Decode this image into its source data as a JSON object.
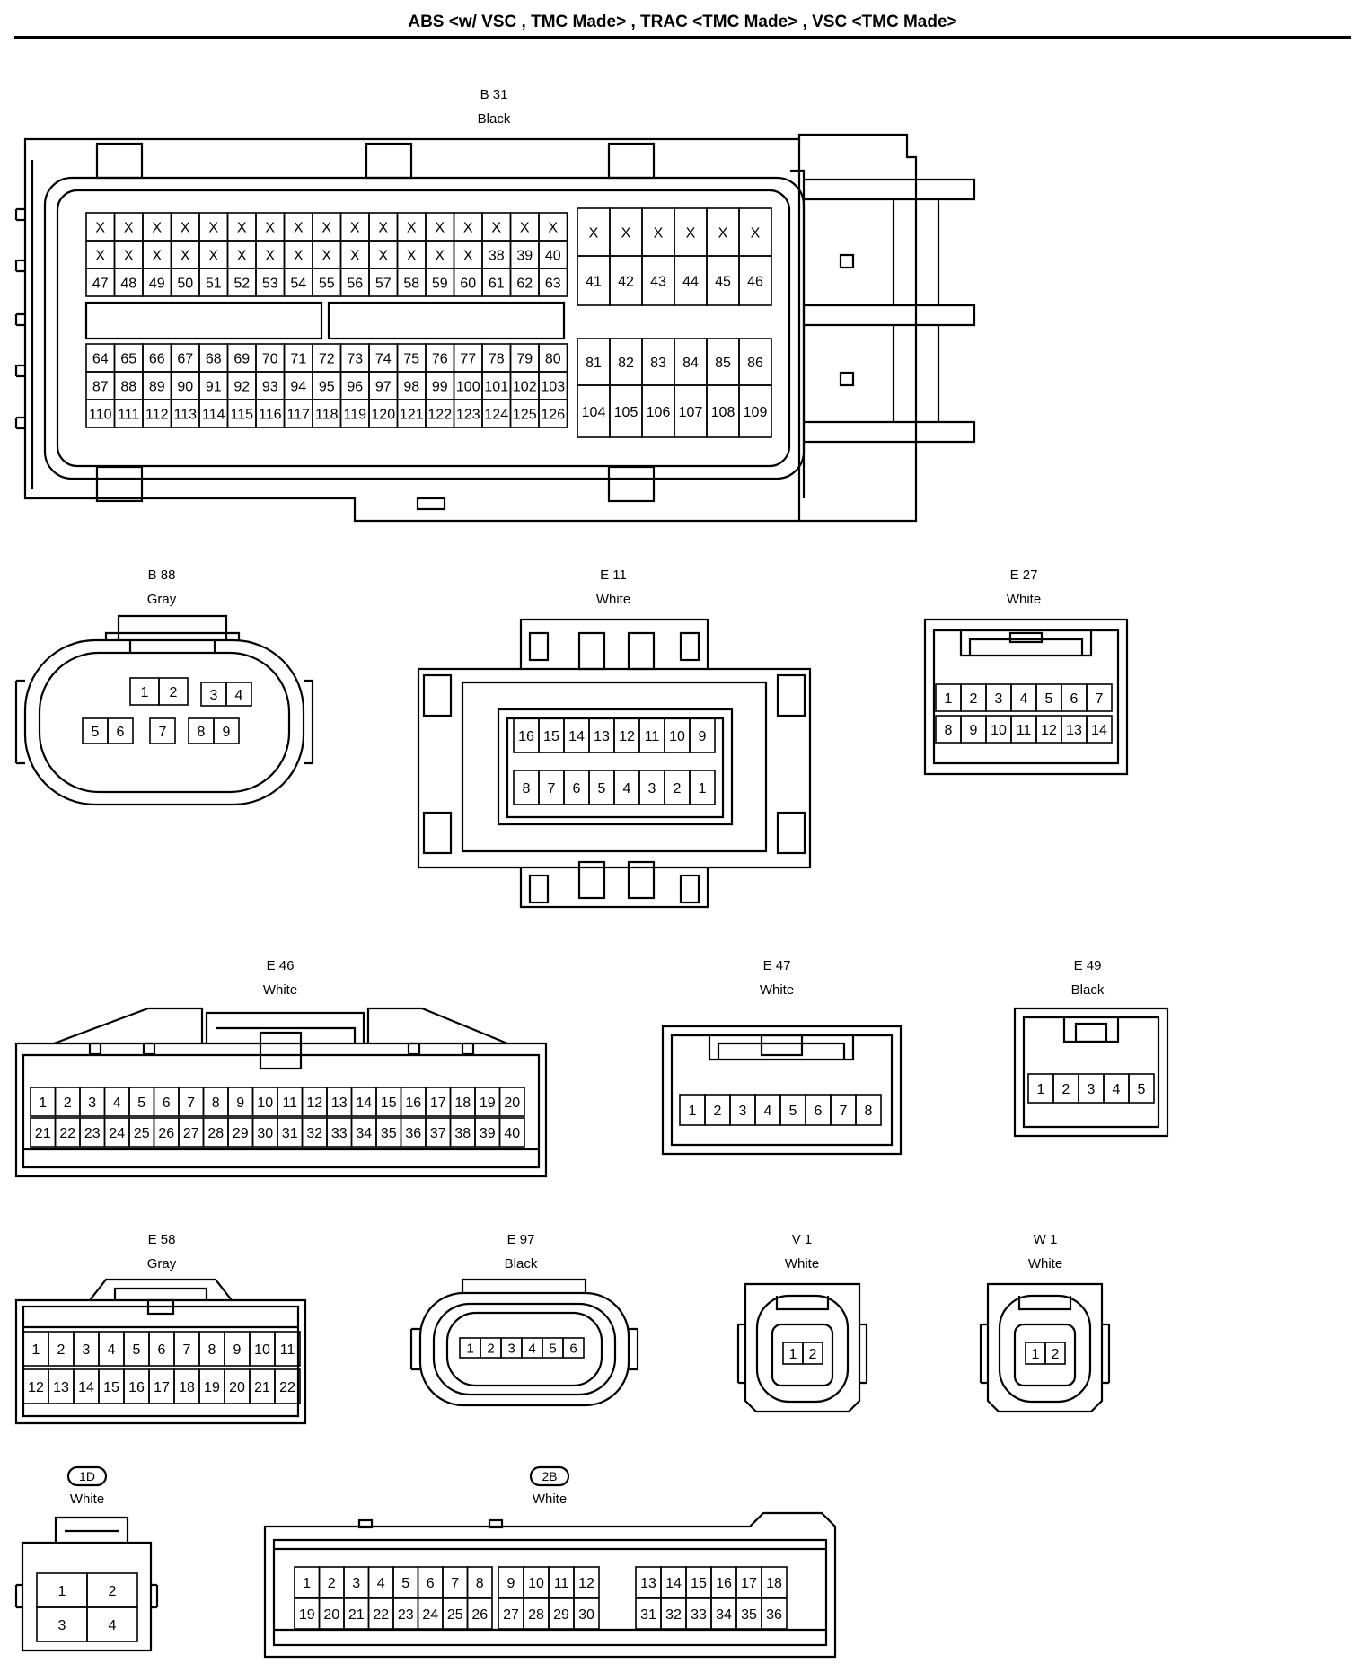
{
  "title": "ABS <w/ VSC , TMC Made> , TRAC <TMC Made> , VSC <TMC Made>",
  "connectors": {
    "B31": {
      "code": "B 31",
      "color": "Black",
      "left_rows": [
        [
          "X",
          "X",
          "X",
          "X",
          "X",
          "X",
          "X",
          "X",
          "X",
          "X",
          "X",
          "X",
          "X",
          "X",
          "X",
          "X",
          "X"
        ],
        [
          "X",
          "X",
          "X",
          "X",
          "X",
          "X",
          "X",
          "X",
          "X",
          "X",
          "X",
          "X",
          "X",
          "X",
          "38",
          "39",
          "40"
        ],
        [
          "47",
          "48",
          "49",
          "50",
          "51",
          "52",
          "53",
          "54",
          "55",
          "56",
          "57",
          "58",
          "59",
          "60",
          "61",
          "62",
          "63"
        ],
        [
          "64",
          "65",
          "66",
          "67",
          "68",
          "69",
          "70",
          "71",
          "72",
          "73",
          "74",
          "75",
          "76",
          "77",
          "78",
          "79",
          "80"
        ],
        [
          "87",
          "88",
          "89",
          "90",
          "91",
          "92",
          "93",
          "94",
          "95",
          "96",
          "97",
          "98",
          "99",
          "100",
          "101",
          "102",
          "103"
        ],
        [
          "110",
          "111",
          "112",
          "113",
          "114",
          "115",
          "116",
          "117",
          "118",
          "119",
          "120",
          "121",
          "122",
          "123",
          "124",
          "125",
          "126"
        ]
      ],
      "right_top": [
        [
          "X",
          "X",
          "X",
          "X",
          "X",
          "X"
        ],
        [
          "41",
          "42",
          "43",
          "44",
          "45",
          "46"
        ]
      ],
      "right_bottom": [
        [
          "81",
          "82",
          "83",
          "84",
          "85",
          "86"
        ],
        [
          "104",
          "105",
          "106",
          "107",
          "108",
          "109"
        ]
      ]
    },
    "B88": {
      "code": "B 88",
      "color": "Gray",
      "top": [
        "1",
        "2",
        "3",
        "4"
      ],
      "bottom": [
        "5",
        "6",
        "7",
        "8",
        "9"
      ]
    },
    "E11": {
      "code": "E 11",
      "color": "White",
      "top": [
        "16",
        "15",
        "14",
        "13",
        "12",
        "11",
        "10",
        "9"
      ],
      "bottom": [
        "8",
        "7",
        "6",
        "5",
        "4",
        "3",
        "2",
        "1"
      ]
    },
    "E27": {
      "code": "E 27",
      "color": "White",
      "top": [
        "1",
        "2",
        "3",
        "4",
        "5",
        "6",
        "7"
      ],
      "bottom": [
        "8",
        "9",
        "10",
        "11",
        "12",
        "13",
        "14"
      ]
    },
    "E46": {
      "code": "E 46",
      "color": "White",
      "top": [
        "1",
        "2",
        "3",
        "4",
        "5",
        "6",
        "7",
        "8",
        "9",
        "10",
        "11",
        "12",
        "13",
        "14",
        "15",
        "16",
        "17",
        "18",
        "19",
        "20"
      ],
      "bottom": [
        "21",
        "22",
        "23",
        "24",
        "25",
        "26",
        "27",
        "28",
        "29",
        "30",
        "31",
        "32",
        "33",
        "34",
        "35",
        "36",
        "37",
        "38",
        "39",
        "40"
      ]
    },
    "E47": {
      "code": "E 47",
      "color": "White",
      "pins": [
        "1",
        "2",
        "3",
        "4",
        "5",
        "6",
        "7",
        "8"
      ]
    },
    "E49": {
      "code": "E 49",
      "color": "Black",
      "pins": [
        "1",
        "2",
        "3",
        "4",
        "5"
      ]
    },
    "E58": {
      "code": "E 58",
      "color": "Gray",
      "top": [
        "1",
        "2",
        "3",
        "4",
        "5",
        "6",
        "7",
        "8",
        "9",
        "10",
        "11"
      ],
      "bottom": [
        "12",
        "13",
        "14",
        "15",
        "16",
        "17",
        "18",
        "19",
        "20",
        "21",
        "22"
      ]
    },
    "E97": {
      "code": "E 97",
      "color": "Black",
      "pins": [
        "1",
        "2",
        "3",
        "4",
        "5",
        "6"
      ]
    },
    "V1": {
      "code": "V 1",
      "color": "White",
      "pins": [
        "1",
        "2"
      ]
    },
    "W1": {
      "code": "W 1",
      "color": "White",
      "pins": [
        "1",
        "2"
      ]
    },
    "J1D": {
      "code": "1D",
      "color": "White",
      "pins": [
        [
          "1",
          "2"
        ],
        [
          "3",
          "4"
        ]
      ]
    },
    "J2B": {
      "code": "2B",
      "color": "White",
      "g1_top": [
        "1",
        "2",
        "3",
        "4",
        "5",
        "6",
        "7",
        "8"
      ],
      "g1_bottom": [
        "19",
        "20",
        "21",
        "22",
        "23",
        "24",
        "25",
        "26"
      ],
      "g2_top": [
        "9",
        "10",
        "11",
        "12"
      ],
      "g2_bottom": [
        "27",
        "28",
        "29",
        "30"
      ],
      "g3_top": [
        "13",
        "14",
        "15",
        "16",
        "17",
        "18"
      ],
      "g3_bottom": [
        "31",
        "32",
        "33",
        "34",
        "35",
        "36"
      ]
    }
  }
}
